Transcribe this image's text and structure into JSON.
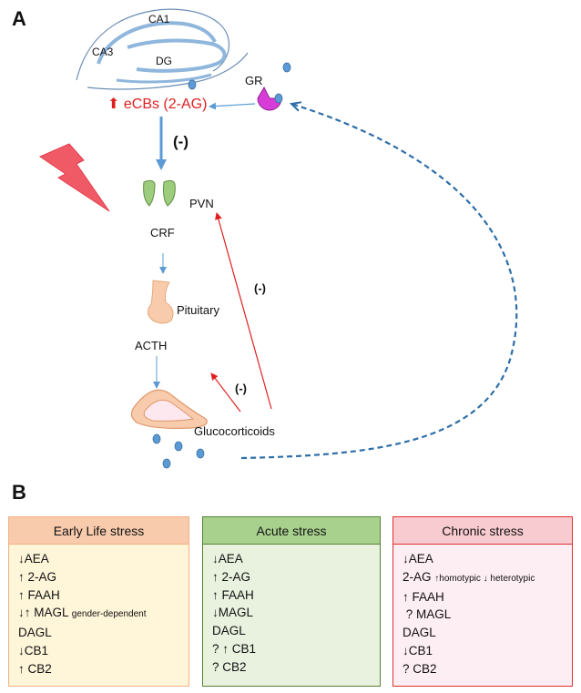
{
  "panel_a": {
    "letter": "A",
    "hippocampus": {
      "ca1": "CA1",
      "ca3": "CA3",
      "dg": "DG"
    },
    "gr": "GR",
    "ecbs_arrow": "⬆",
    "ecbs": "eCBs (2-AG)",
    "inhibit_main": "(-)",
    "pvn": "PVN",
    "crf": "CRF",
    "pituitary": "Pituitary",
    "acth": "ACTH",
    "glucocorticoids": "Glucocorticoids",
    "inhibit_pvn": "(-)",
    "inhibit_adrenal": "(-)",
    "colors": {
      "red": "#e02020",
      "blue": "#5b9bd5",
      "dark_blue": "#2e6ea8",
      "magenta": "#d83cd8",
      "green": "#9ccc7c",
      "peach": "#f8cbad"
    }
  },
  "panel_b": {
    "letter": "B",
    "boxes": [
      {
        "title": "Early Life stress",
        "rows": [
          {
            "text": "↓AEA",
            "note": ""
          },
          {
            "text": "↑ 2-AG",
            "note": ""
          },
          {
            "text": "↑ FAAH",
            "note": ""
          },
          {
            "text": "↓↑ MAGL",
            "note": "gender-dependent"
          },
          {
            "text": "DAGL",
            "note": ""
          },
          {
            "text": "↓CB1",
            "note": ""
          },
          {
            "text": "↑ CB2",
            "note": ""
          }
        ]
      },
      {
        "title": "Acute stress",
        "rows": [
          {
            "text": "↓AEA",
            "note": ""
          },
          {
            "text": "↑ 2-AG",
            "note": ""
          },
          {
            "text": "↑ FAAH",
            "note": ""
          },
          {
            "text": "↓MAGL",
            "note": ""
          },
          {
            "text": "DAGL",
            "note": ""
          },
          {
            "text": "? ↑ CB1",
            "note": ""
          },
          {
            "text": "? CB2",
            "note": ""
          }
        ]
      },
      {
        "title": "Chronic stress",
        "rows": [
          {
            "text": "↓AEA",
            "note": ""
          },
          {
            "text": "2-AG",
            "note": "↑homotypic ↓ heterotypic"
          },
          {
            "text": "↑ FAAH",
            "note": ""
          },
          {
            "text": " ? MAGL",
            "note": ""
          },
          {
            "text": "DAGL",
            "note": ""
          },
          {
            "text": "↓CB1",
            "note": ""
          },
          {
            "text": "? CB2",
            "note": ""
          }
        ]
      }
    ]
  }
}
